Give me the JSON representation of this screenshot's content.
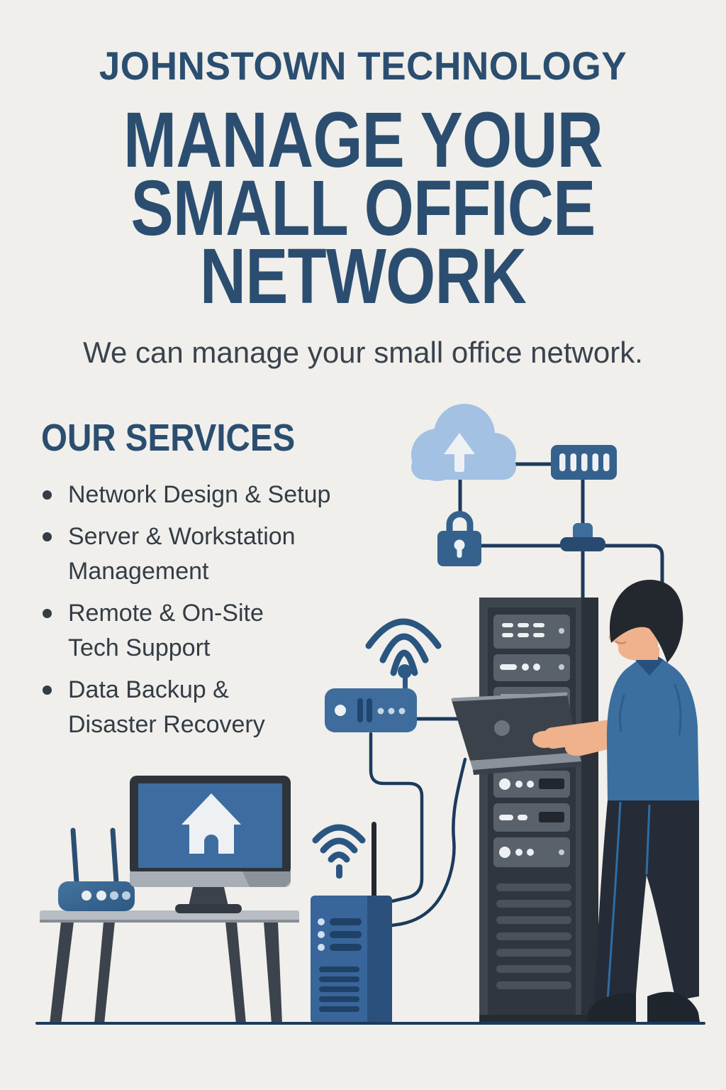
{
  "poster": {
    "brand": "JOHNSTOWN TECHNOLOGY",
    "headline": "MANAGE YOUR\nSMALL OFFICE\nNETWORK",
    "subtitle": "We can manage your small office network.",
    "services": {
      "title": "OUR SERVICES",
      "items": [
        {
          "text": "Network Design & Setup"
        },
        {
          "text": "Server & Workstation\nManagement"
        },
        {
          "text": "Remote & On-Site\nTech Support"
        },
        {
          "text": "Data Backup &\nDisaster Recovery"
        }
      ]
    },
    "illustration": {
      "icons": [
        "cloud-upload-icon",
        "network-switch-icon",
        "padlock-icon",
        "network-hub-icon",
        "wifi-icon",
        "access-point-icon",
        "laptop-icon",
        "server-rack-icon",
        "technician-figure",
        "router-icon",
        "desktop-monitor-icon",
        "home-icon",
        "tower-server-icon",
        "desk"
      ]
    },
    "colors": {
      "bg": "#f0efeb",
      "brand": "#2b4e70",
      "ink": "#343c46",
      "line": "#1c3a5c",
      "cloud": "#a3c1e3",
      "device": "#35618d",
      "screen": "#3d6da0",
      "shirt": "#3a6fa0",
      "skin": "#efb28c",
      "rack": "#3e454d",
      "desk": "#b7bdc3",
      "white": "#eef1f3"
    }
  }
}
